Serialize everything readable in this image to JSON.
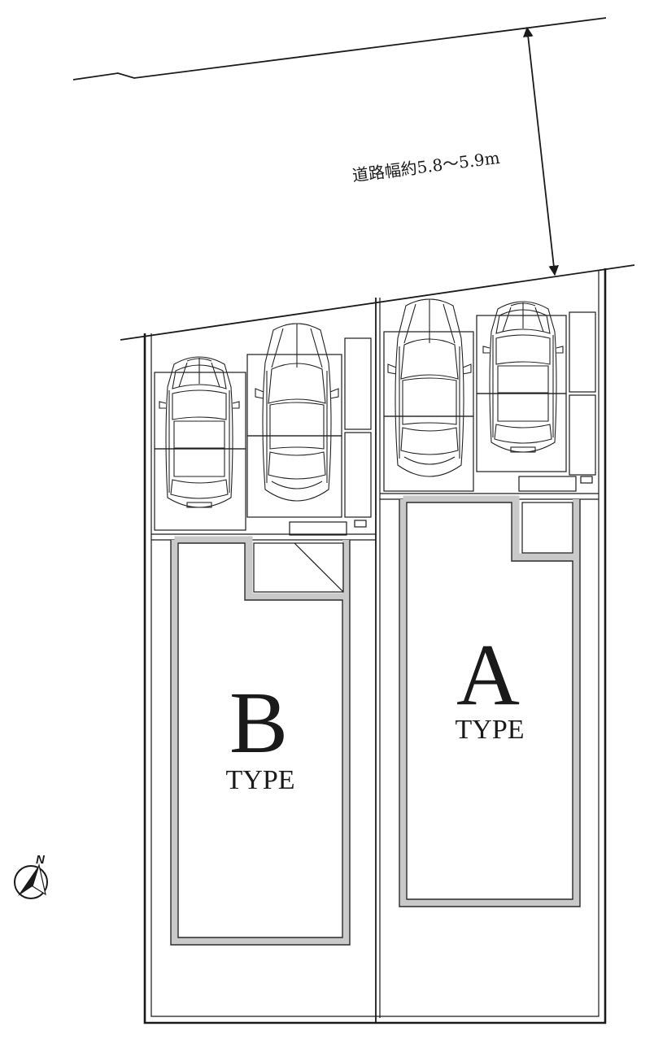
{
  "road": {
    "width_label": "道路幅約5.8〜5.9m"
  },
  "lots": {
    "b": {
      "letter": "B",
      "type_label": "TYPE"
    },
    "a": {
      "letter": "A",
      "type_label": "TYPE"
    }
  },
  "compass": {
    "north_label": "N",
    "icon": "north-arrow-icon"
  },
  "cars": {
    "count": 4,
    "icon": "car-top-view-icon"
  },
  "colors": {
    "line": "#1a1a1a",
    "wall": "#c9c9c9",
    "background": "#ffffff"
  }
}
